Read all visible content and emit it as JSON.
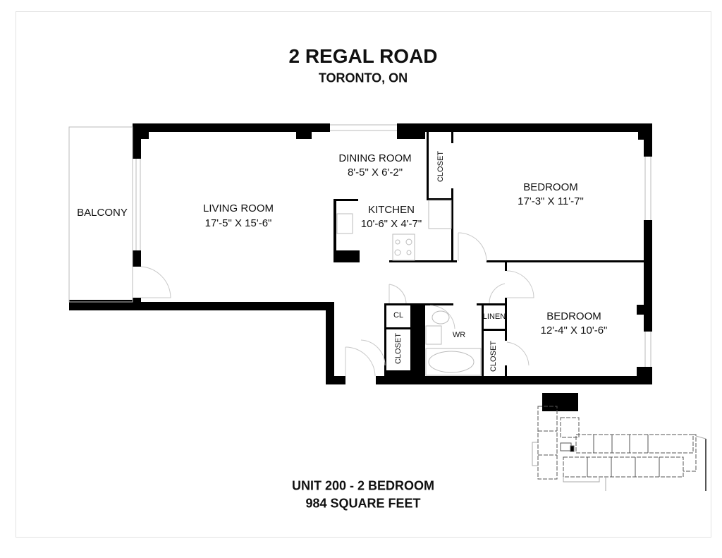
{
  "header": {
    "title": "2 REGAL ROAD",
    "subtitle": "TORONTO, ON"
  },
  "rooms": {
    "balcony": {
      "name": "BALCONY"
    },
    "living": {
      "name": "LIVING ROOM",
      "size": "17'-5\" X 15'-6\""
    },
    "dining": {
      "name": "DINING ROOM",
      "size": "8'-5\" X 6'-2\""
    },
    "kitchen": {
      "name": "KITCHEN",
      "size": "10'-6\" X 4'-7\""
    },
    "closet_top": {
      "name": "CLOSET"
    },
    "bedroom1": {
      "name": "BEDROOM",
      "size": "17'-3\" X 11'-7\""
    },
    "bedroom2": {
      "name": "BEDROOM",
      "size": "12'-4\" X 10'-6\""
    },
    "cl": {
      "name": "CL"
    },
    "closet_entry": {
      "name": "CLOSET"
    },
    "wr": {
      "name": "WR"
    },
    "linen": {
      "name": "LINEN"
    },
    "closet_bed": {
      "name": "CLOSET"
    }
  },
  "footer": {
    "unit": "UNIT 200 - 2 BEDROOM",
    "area": "984 SQUARE FEET"
  }
}
